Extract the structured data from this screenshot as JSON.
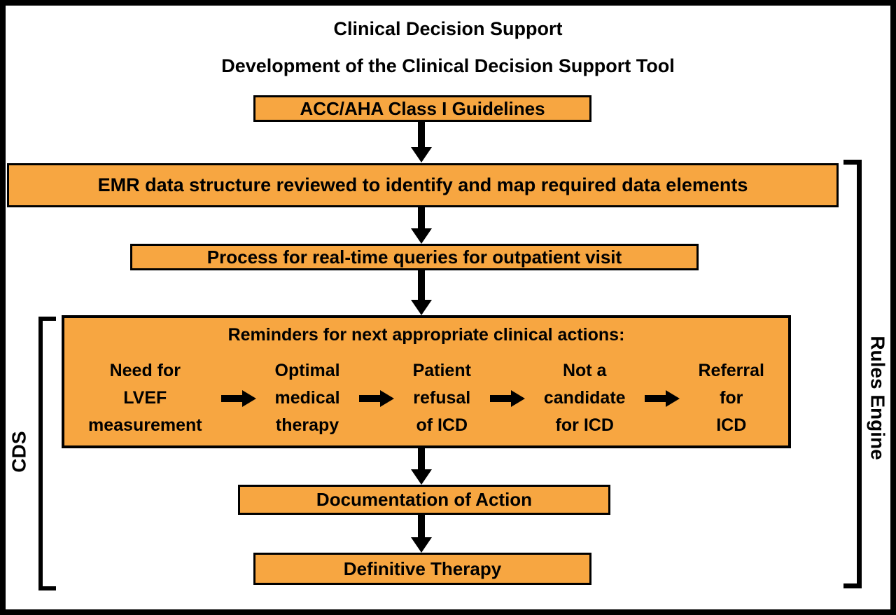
{
  "titles": {
    "line1": "Clinical Decision Support",
    "line2": "Development of the Clinical Decision Support Tool"
  },
  "flow": {
    "guidelines_box": "ACC/AHA Class I Guidelines",
    "emr_box": "EMR data structure reviewed to identify and map required data elements",
    "process_box": "Process for real-time queries for outpatient visit",
    "reminders": {
      "header": "Reminders for next appropriate clinical actions:",
      "steps": [
        {
          "line1": "Need for",
          "line2": "LVEF",
          "line3": "measurement"
        },
        {
          "line1": "Optimal",
          "line2": "medical",
          "line3": "therapy"
        },
        {
          "line1": "Patient",
          "line2": "refusal",
          "line3": "of ICD"
        },
        {
          "line1": "Not a",
          "line2": "candidate",
          "line3": "for ICD"
        },
        {
          "line1": "Referral",
          "line2": "for",
          "line3": "ICD"
        }
      ]
    },
    "documentation_box": "Documentation of Action",
    "definitive_box": "Definitive Therapy"
  },
  "side_labels": {
    "left": "CDS",
    "right": "Rules Engine"
  },
  "colors": {
    "box_fill": "#F7A641",
    "box_border": "#000000",
    "arrow": "#000000",
    "background": "#FFFFFF"
  }
}
